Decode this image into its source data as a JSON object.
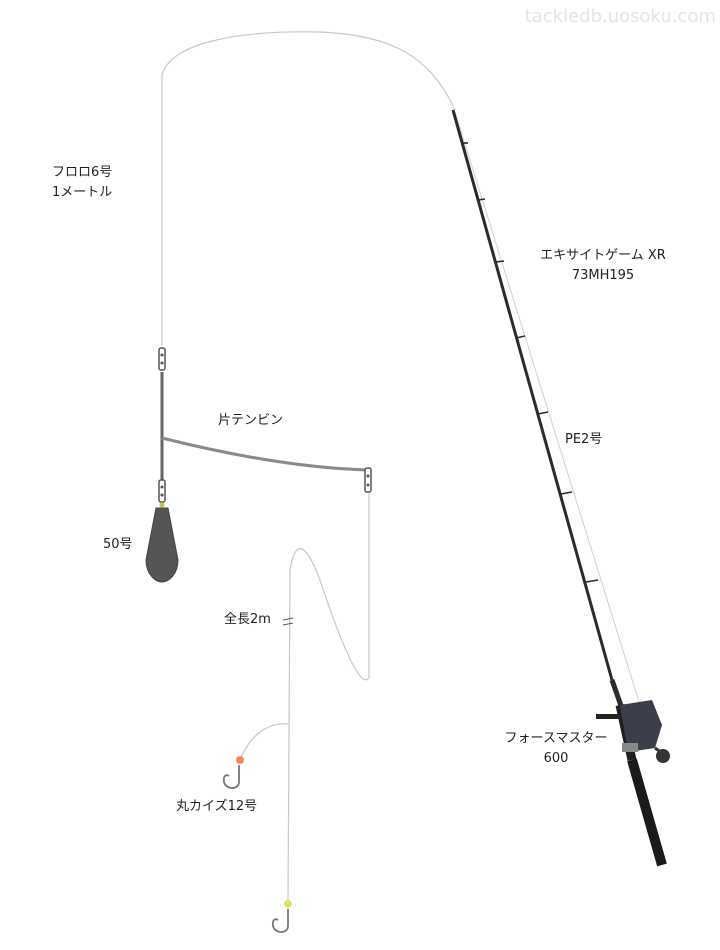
{
  "watermark": "tackledb.uosoku.com",
  "labels": {
    "leader_line1": "フロロ6号",
    "leader_line2": "1メートル",
    "rod_line1": "エキサイトゲーム XR",
    "rod_line2": "73MH195",
    "main_line": "PE2号",
    "tenbin": "片テンビン",
    "sinker": "50号",
    "rig_length": "全長2m",
    "reel_line1": "フォースマスター",
    "reel_line2": "600",
    "hook": "丸カイズ12号"
  },
  "colors": {
    "line": "#c8c8c8",
    "rod": "#2b2b2b",
    "tenbin_arm": "#8a8a8a",
    "sinker": "#555555",
    "reel_body": "#3a3f4a",
    "bead_orange": "#f08a5d",
    "bead_yellow": "#e0e070",
    "hook": "#777777"
  },
  "icons": [
    "swivel-icon",
    "sinker-icon",
    "hook-icon",
    "bead-icon",
    "reel-icon",
    "rod-icon"
  ]
}
